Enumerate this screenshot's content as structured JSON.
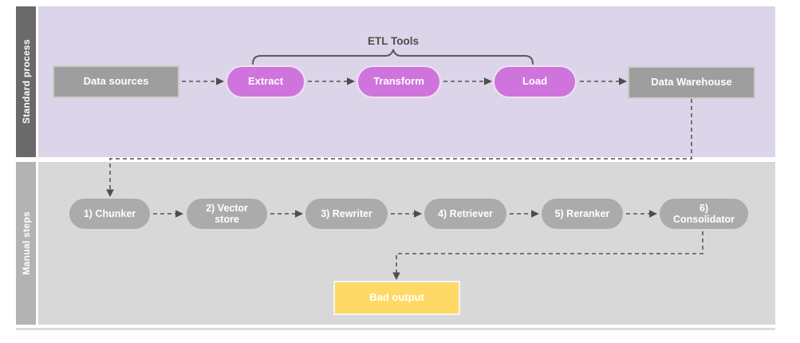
{
  "lanes": [
    {
      "label": "Standard process"
    },
    {
      "label": "Manual steps"
    }
  ],
  "annotations": {
    "brace_label": "ETL Tools"
  },
  "standard_process": {
    "nodes": [
      {
        "id": "data-sources",
        "label": "Data sources",
        "shape": "rectangle"
      },
      {
        "id": "extract",
        "label": "Extract",
        "shape": "pill"
      },
      {
        "id": "transform",
        "label": "Transform",
        "shape": "pill"
      },
      {
        "id": "load",
        "label": "Load",
        "shape": "pill"
      },
      {
        "id": "data-warehouse",
        "label": "Data Warehouse",
        "shape": "rectangle"
      }
    ]
  },
  "manual_steps": {
    "nodes": [
      {
        "id": "chunker",
        "label": "1) Chunker"
      },
      {
        "id": "vector-store",
        "label": "2) Vector store"
      },
      {
        "id": "rewriter",
        "label": "3) Rewriter"
      },
      {
        "id": "retriever",
        "label": "4) Retriever"
      },
      {
        "id": "reranker",
        "label": "5) Reranker"
      },
      {
        "id": "consolidator",
        "label": "6) Consolidator"
      }
    ],
    "output_node": {
      "id": "bad-output",
      "label": "Bad output"
    }
  },
  "edges": [
    {
      "from": "data-sources",
      "to": "extract",
      "style": "dashed"
    },
    {
      "from": "extract",
      "to": "transform",
      "style": "dashed"
    },
    {
      "from": "transform",
      "to": "load",
      "style": "dashed"
    },
    {
      "from": "load",
      "to": "data-warehouse",
      "style": "dashed"
    },
    {
      "from": "data-warehouse",
      "to": "chunker",
      "style": "dashed-elbow"
    },
    {
      "from": "chunker",
      "to": "vector-store",
      "style": "dashed"
    },
    {
      "from": "vector-store",
      "to": "rewriter",
      "style": "dashed"
    },
    {
      "from": "rewriter",
      "to": "retriever",
      "style": "dashed"
    },
    {
      "from": "retriever",
      "to": "reranker",
      "style": "dashed"
    },
    {
      "from": "reranker",
      "to": "consolidator",
      "style": "dashed"
    },
    {
      "from": "consolidator",
      "to": "bad-output",
      "style": "dashed-elbow"
    }
  ],
  "colors": {
    "lane1_bg": "#dcd4e9",
    "lane1_label_bg": "#6a6a6a",
    "lane2_bg": "#d8d8d8",
    "lane2_label_bg": "#b3b3b3",
    "etl_pill": "#cf74dd",
    "gray_rect": "#9e9e9e",
    "gray_pill": "#ababab",
    "bad_output_fill": "#ffd966",
    "connector": "#666666",
    "brace_text": "#4d4d4d"
  }
}
